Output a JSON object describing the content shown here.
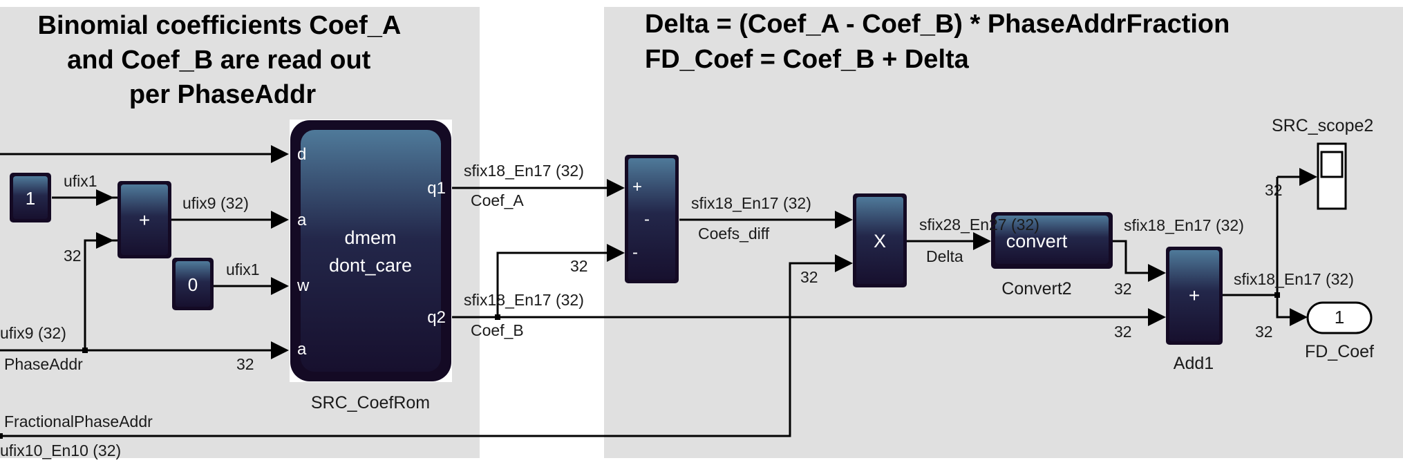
{
  "annotations": {
    "left_title": [
      "Binomial coefficients Coef_A",
      "and Coef_B are read out",
      "per PhaseAddr"
    ],
    "right_title": [
      "Delta = (Coef_A - Coef_B) * PhaseAddrFraction",
      "FD_Coef = Coef_B + Delta"
    ]
  },
  "blocks": {
    "const1": {
      "value": "1"
    },
    "const0": {
      "value": "0"
    },
    "adder_in": {
      "symbol": "+"
    },
    "coef_rom": {
      "name": "SRC_CoefRom",
      "line1": "dmem",
      "line2": "dont_care",
      "in_ports": [
        "d",
        "a",
        "w",
        "a"
      ],
      "out_ports": [
        "q1",
        "q2"
      ]
    },
    "sub": {
      "signs": [
        "+",
        "-",
        "-"
      ]
    },
    "mult": {
      "symbol": "X"
    },
    "convert": {
      "label": "convert",
      "name": "Convert2"
    },
    "add1": {
      "symbol": "+",
      "name": "Add1"
    },
    "scope": {
      "name": "SRC_scope2"
    },
    "outport": {
      "value": "1",
      "name": "FD_Coef"
    }
  },
  "signals": {
    "ufix1_a": "ufix1",
    "ufix1_b": "ufix1",
    "ufix9_32": "ufix9 (32)",
    "w32_adder": "32",
    "ufix9_phase": "ufix9 (32)",
    "phase_addr": "PhaseAddr",
    "w32_rom_a": "32",
    "coef_a_type": "sfix18_En17 (32)",
    "coef_a_name": "Coef_A",
    "coef_b_type": "sfix18_En17 (32)",
    "coef_b_name": "Coef_B",
    "w32_sub": "32",
    "diff_type": "sfix18_En17 (32)",
    "diff_name": "Coefs_diff",
    "w32_mult": "32",
    "delta_type": "sfix28_En27 (32)",
    "delta_name": "Delta",
    "conv_out_type": "sfix18_En17 (32)",
    "w32_add_a": "32",
    "w32_add_b": "32",
    "sum_type": "sfix18_En17 (32)",
    "w32_scope": "32",
    "w32_out": "32",
    "frac_name": "FractionalPhaseAddr",
    "frac_type": "ufix10_En10 (32)"
  }
}
